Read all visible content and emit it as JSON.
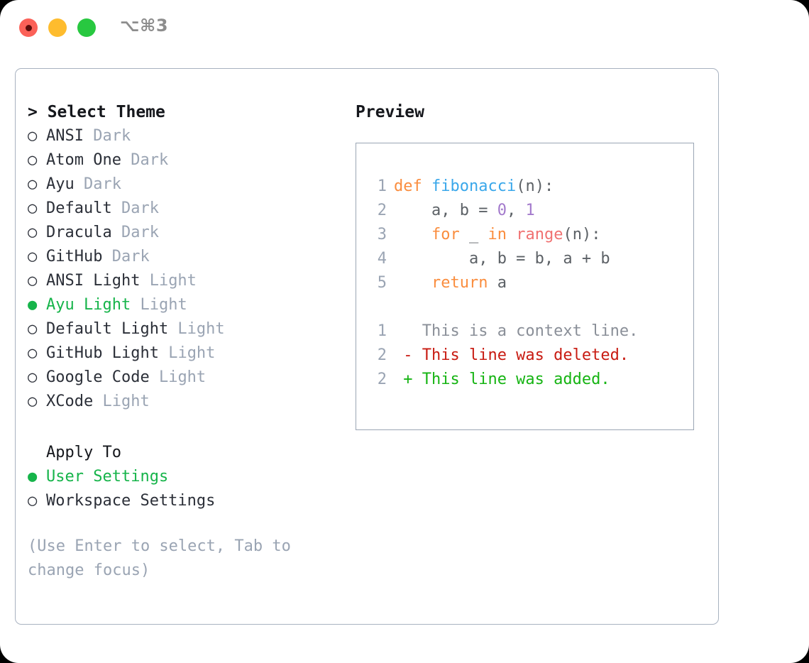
{
  "titlebar": {
    "shortcut": "⌥⌘3",
    "dots": [
      "close-red",
      "minimize-yellow",
      "maximize-green"
    ]
  },
  "theme_list": {
    "heading": "> Select Theme",
    "marker_selected": "●",
    "marker_unselected": "○",
    "items": [
      {
        "name": "ANSI",
        "variant": "Dark",
        "selected": false
      },
      {
        "name": "Atom One",
        "variant": "Dark",
        "selected": false
      },
      {
        "name": "Ayu",
        "variant": "Dark",
        "selected": false
      },
      {
        "name": "Default",
        "variant": "Dark",
        "selected": false
      },
      {
        "name": "Dracula",
        "variant": "Dark",
        "selected": false
      },
      {
        "name": "GitHub",
        "variant": "Dark",
        "selected": false
      },
      {
        "name": "ANSI Light",
        "variant": "Light",
        "selected": false
      },
      {
        "name": "Ayu Light",
        "variant": "Light",
        "selected": true
      },
      {
        "name": "Default Light",
        "variant": "Light",
        "selected": false
      },
      {
        "name": "GitHub Light",
        "variant": "Light",
        "selected": false
      },
      {
        "name": "Google Code",
        "variant": "Light",
        "selected": false
      },
      {
        "name": "XCode",
        "variant": "Light",
        "selected": false
      }
    ]
  },
  "apply_to": {
    "heading": "Apply To",
    "items": [
      {
        "name": "User Settings",
        "selected": true
      },
      {
        "name": "Workspace Settings",
        "selected": false
      }
    ]
  },
  "hint": "(Use Enter to select, Tab to change focus)",
  "preview": {
    "title": "Preview",
    "code_lines": [
      {
        "number": "1",
        "tokens": [
          {
            "text": "def ",
            "cls": "tok-kw"
          },
          {
            "text": "fibonacci",
            "cls": "tok-fn"
          },
          {
            "text": "(n):",
            "cls": "tok-plain"
          }
        ]
      },
      {
        "number": "2",
        "tokens": [
          {
            "text": "    a, b = ",
            "cls": "tok-plain"
          },
          {
            "text": "0",
            "cls": "tok-num"
          },
          {
            "text": ", ",
            "cls": "tok-plain"
          },
          {
            "text": "1",
            "cls": "tok-num"
          }
        ]
      },
      {
        "number": "3",
        "tokens": [
          {
            "text": "    ",
            "cls": "tok-plain"
          },
          {
            "text": "for",
            "cls": "tok-kw"
          },
          {
            "text": " _ ",
            "cls": "tok-plain"
          },
          {
            "text": "in",
            "cls": "tok-kw"
          },
          {
            "text": " ",
            "cls": "tok-plain"
          },
          {
            "text": "range",
            "cls": "tok-call"
          },
          {
            "text": "(n):",
            "cls": "tok-plain"
          }
        ]
      },
      {
        "number": "4",
        "tokens": [
          {
            "text": "        a, b = b, a + b",
            "cls": "tok-plain"
          }
        ]
      },
      {
        "number": "5",
        "tokens": [
          {
            "text": "    ",
            "cls": "tok-plain"
          },
          {
            "text": "return",
            "cls": "tok-kw"
          },
          {
            "text": " a",
            "cls": "tok-plain"
          }
        ]
      }
    ],
    "diff_lines": [
      {
        "number": "1",
        "tokens": [
          {
            "text": "   This is a context line.",
            "cls": "tok-ctx"
          }
        ]
      },
      {
        "number": "2",
        "tokens": [
          {
            "text": " - This line was deleted.",
            "cls": "tok-del"
          }
        ]
      },
      {
        "number": "2",
        "tokens": [
          {
            "text": " + This line was added.",
            "cls": "tok-add"
          }
        ]
      }
    ]
  },
  "colors": {
    "accent_green": "#16b44a",
    "muted_gray": "#9aa4b3",
    "text_dark": "#2b2f38",
    "border": "#a8b2c0",
    "keyword_orange": "#fa8d3e",
    "function_blue": "#39a7ea",
    "number_purple": "#a37acc",
    "call_red": "#f07171",
    "diff_delete": "#c81b12",
    "diff_add": "#16b413"
  }
}
